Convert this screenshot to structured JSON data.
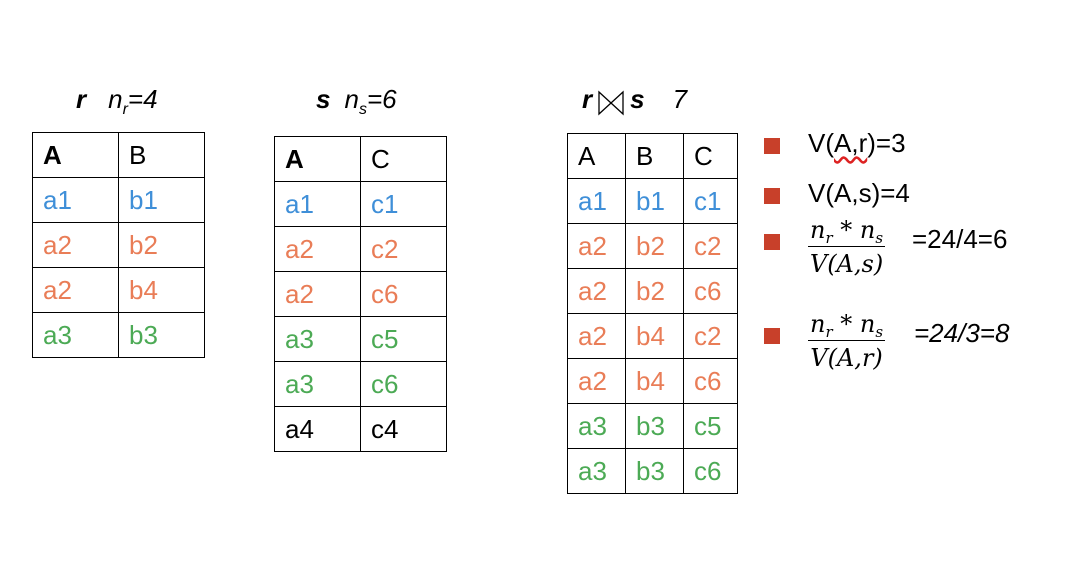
{
  "tables": {
    "r": {
      "name": "r",
      "count_prefix": "n",
      "count_sub": "r",
      "count_suffix": "=4",
      "headers": [
        "A",
        "B"
      ],
      "rows": [
        [
          {
            "v": "a1",
            "c": "blue"
          },
          {
            "v": "b1",
            "c": "blue"
          }
        ],
        [
          {
            "v": "a2",
            "c": "orange"
          },
          {
            "v": "b2",
            "c": "orange"
          }
        ],
        [
          {
            "v": "a2",
            "c": "orange"
          },
          {
            "v": "b4",
            "c": "orange"
          }
        ],
        [
          {
            "v": "a3",
            "c": "green"
          },
          {
            "v": "b3",
            "c": "green"
          }
        ]
      ]
    },
    "s": {
      "name": "s",
      "count_prefix": "n",
      "count_sub": "s",
      "count_suffix": "=6",
      "headers": [
        "A",
        "C"
      ],
      "rows": [
        [
          {
            "v": "a1",
            "c": "blue"
          },
          {
            "v": "c1",
            "c": "blue"
          }
        ],
        [
          {
            "v": "a2",
            "c": "orange"
          },
          {
            "v": "c2",
            "c": "orange"
          }
        ],
        [
          {
            "v": "a2",
            "c": "orange"
          },
          {
            "v": "c6",
            "c": "orange"
          }
        ],
        [
          {
            "v": "a3",
            "c": "green"
          },
          {
            "v": "c5",
            "c": "green"
          }
        ],
        [
          {
            "v": "a3",
            "c": "green"
          },
          {
            "v": "c6",
            "c": "green"
          }
        ],
        [
          {
            "v": "a4",
            "c": "black"
          },
          {
            "v": "c4",
            "c": "black"
          }
        ]
      ]
    },
    "join": {
      "left": "r",
      "right": "s",
      "count": "7",
      "headers": [
        "A",
        "B",
        "C"
      ],
      "rows": [
        [
          {
            "v": "a1",
            "c": "blue"
          },
          {
            "v": "b1",
            "c": "blue"
          },
          {
            "v": "c1",
            "c": "blue"
          }
        ],
        [
          {
            "v": "a2",
            "c": "orange"
          },
          {
            "v": "b2",
            "c": "orange"
          },
          {
            "v": "c2",
            "c": "orange"
          }
        ],
        [
          {
            "v": "a2",
            "c": "orange"
          },
          {
            "v": "b2",
            "c": "orange"
          },
          {
            "v": "c6",
            "c": "orange"
          }
        ],
        [
          {
            "v": "a2",
            "c": "orange"
          },
          {
            "v": "b4",
            "c": "orange"
          },
          {
            "v": "c2",
            "c": "orange"
          }
        ],
        [
          {
            "v": "a2",
            "c": "orange"
          },
          {
            "v": "b4",
            "c": "orange"
          },
          {
            "v": "c6",
            "c": "orange"
          }
        ],
        [
          {
            "v": "a3",
            "c": "green"
          },
          {
            "v": "b3",
            "c": "green"
          },
          {
            "v": "c5",
            "c": "green"
          }
        ],
        [
          {
            "v": "a3",
            "c": "green"
          },
          {
            "v": "b3",
            "c": "green"
          },
          {
            "v": "c6",
            "c": "green"
          }
        ]
      ]
    }
  },
  "bullets": {
    "v_ar_prefix": "V(",
    "v_ar_mid": "A,r",
    "v_ar_suffix": ")=3",
    "v_as": "V(A,s)=4",
    "frac1": {
      "num_n1": "n",
      "num_s1": "r",
      "num_op": " * ",
      "num_n2": "n",
      "num_s2": "s",
      "den": "V(A,s)",
      "result": "=24/4=6"
    },
    "frac2": {
      "num_n1": "n",
      "num_s1": "r",
      "num_op": " * ",
      "num_n2": "n",
      "num_s2": "s",
      "den": "V(A,r)",
      "result": "=24/3=8"
    }
  },
  "colors": {
    "blue": "#3f8fd8",
    "orange": "#e97d57",
    "green": "#4caa55",
    "bullet": "#c8402a"
  }
}
